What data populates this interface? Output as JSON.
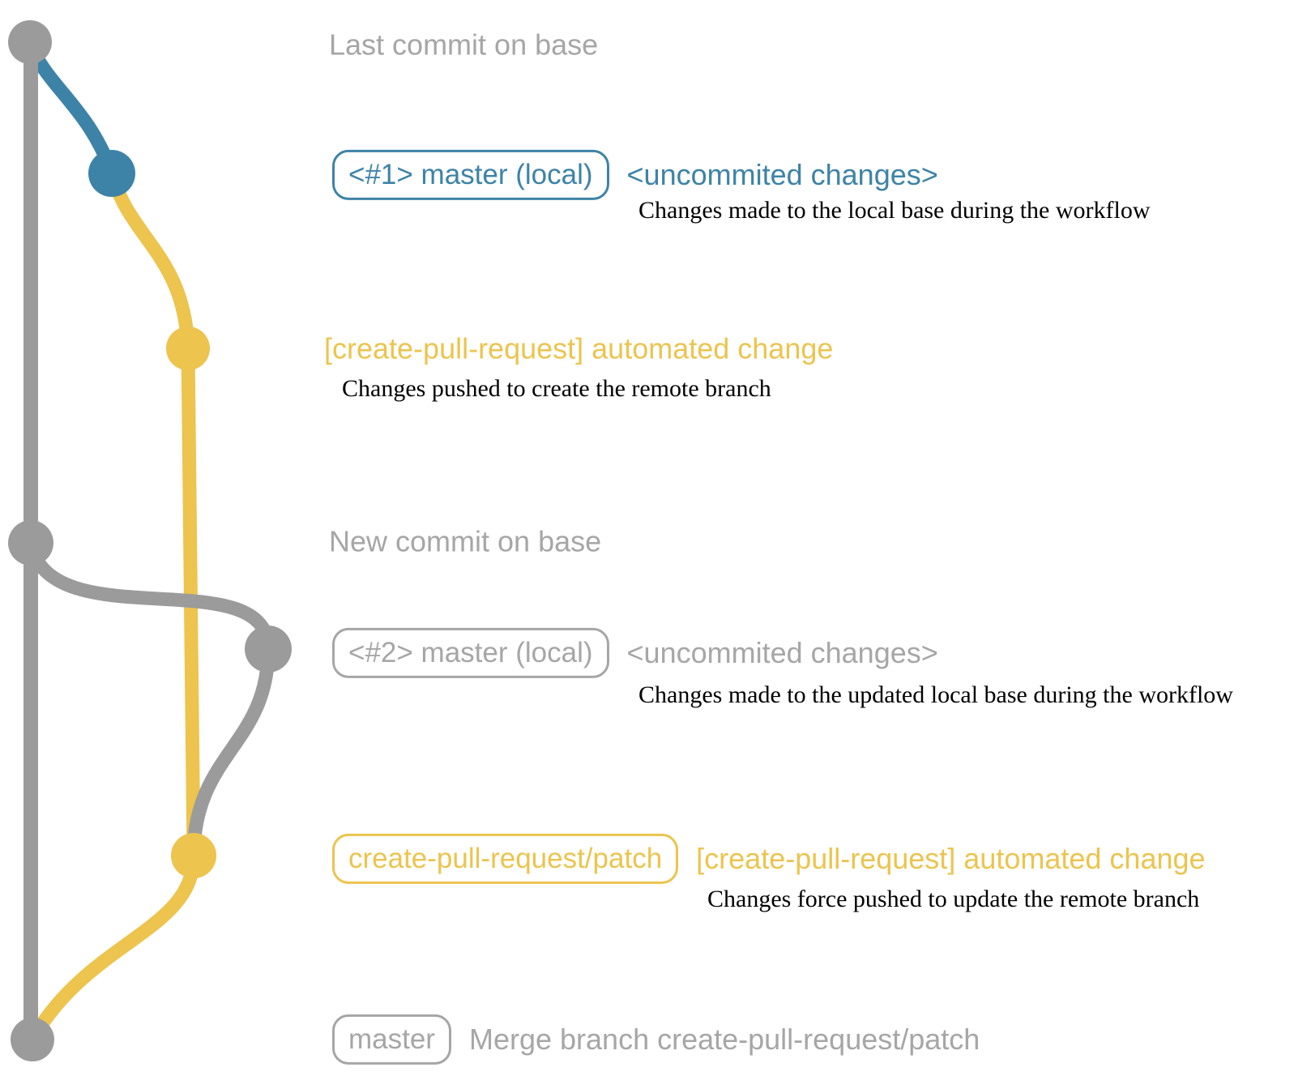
{
  "colors": {
    "gray_line": "#9b9b9b",
    "gray_text": "#a6a6a6",
    "blue": "#3d83a7",
    "yellow": "#ecc44e",
    "description_text": "#000000",
    "background": "#ffffff"
  },
  "branches": [
    {
      "name": "master (base)",
      "color": "#9b9b9b"
    },
    {
      "name": "master (local)",
      "color": "#3d83a7"
    },
    {
      "name": "create-pull-request/patch",
      "color": "#ecc44e"
    }
  ],
  "commits": [
    {
      "id": "base-tip",
      "branch": "master (base)",
      "annotation": "Last commit on base"
    },
    {
      "id": "local-1",
      "branch": "master (local)",
      "badge": "<#1> master (local)",
      "message": "<uncommited changes>",
      "description": "Changes made to the local base during the workflow"
    },
    {
      "id": "patch-1",
      "branch": "create-pull-request/patch",
      "message": "[create-pull-request] automated change",
      "description": "Changes pushed to create the remote branch"
    },
    {
      "id": "base-new",
      "branch": "master (base)",
      "annotation": "New commit on base"
    },
    {
      "id": "local-2",
      "branch": "master (local)",
      "badge": "<#2> master (local)",
      "message": "<uncommited changes>",
      "description": "Changes made to the updated local base during the workflow"
    },
    {
      "id": "patch-2",
      "branch": "create-pull-request/patch",
      "badge": "create-pull-request/patch",
      "message": "[create-pull-request] automated change",
      "description": "Changes force pushed to update the remote branch"
    },
    {
      "id": "merge",
      "branch": "master (base)",
      "badge": "master",
      "message": "Merge branch create-pull-request/patch"
    }
  ]
}
